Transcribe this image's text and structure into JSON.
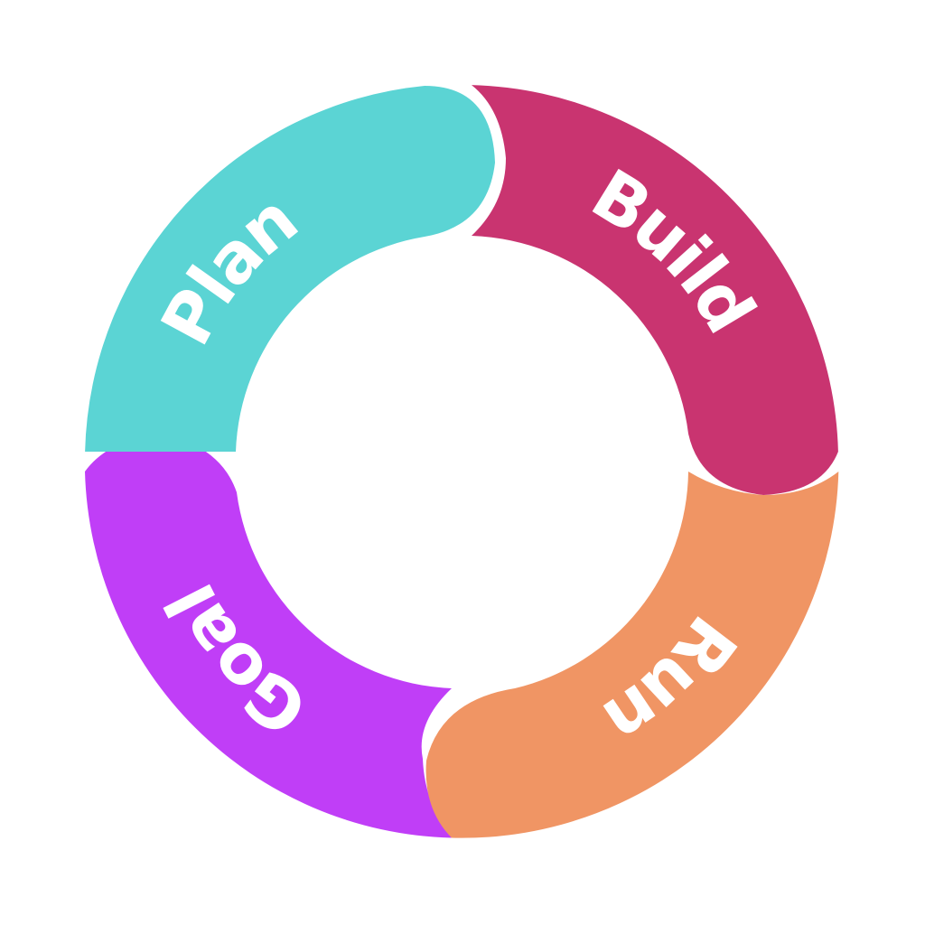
{
  "diagram": {
    "type": "cycle",
    "background_color": "#ffffff",
    "segments": [
      {
        "id": "plan",
        "label": "Plan",
        "color": "#5bd4d4"
      },
      {
        "id": "build",
        "label": "Build",
        "color": "#c93470"
      },
      {
        "id": "run",
        "label": "Run",
        "color": "#f09564"
      },
      {
        "id": "goal",
        "label": "Goal",
        "color": "#c03ef7"
      }
    ]
  }
}
